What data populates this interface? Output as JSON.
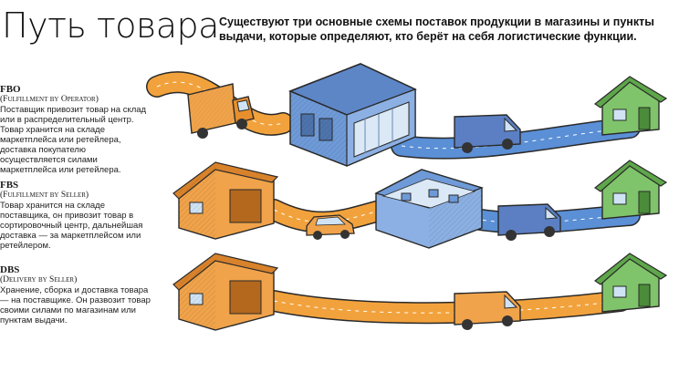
{
  "title": "Путь товара",
  "subtitle": "Существуют три основные схемы поставок продукции в магазины и пункты выдачи, которые определяют, кто берёт на себя логистические функции.",
  "schemes": [
    {
      "code": "FBO",
      "full": "(Fulfillment by Operator)",
      "desc": "Поставщик привозит товар на склад или в распределительный центр. Товар хранится на складе маркетплейса или ретейлера, доставка покупателю осуществляется силами маркетплейса или ретейлера."
    },
    {
      "code": "FBS",
      "full": "(Fulfillment by Seller)",
      "desc": "Товар хранится на складе поставщика, он привозит товар в сортировочный центр, дальнейшая доставка — за маркетплейсом или ретейлером."
    },
    {
      "code": "DBS",
      "full": "(Delivery by Seller)",
      "desc": "Хранение, сборка и доставка товара — на поставщике. Он развозит товар своими силами по магазинам или пунктам выдачи."
    }
  ],
  "colors": {
    "road_orange": "#f2a23c",
    "road_blue": "#5b8fd6",
    "warehouse_blue": "#6f9ad8",
    "house_orange": "#f0a34a",
    "house_green": "#7fc46a",
    "outline": "#2a2a2a"
  }
}
